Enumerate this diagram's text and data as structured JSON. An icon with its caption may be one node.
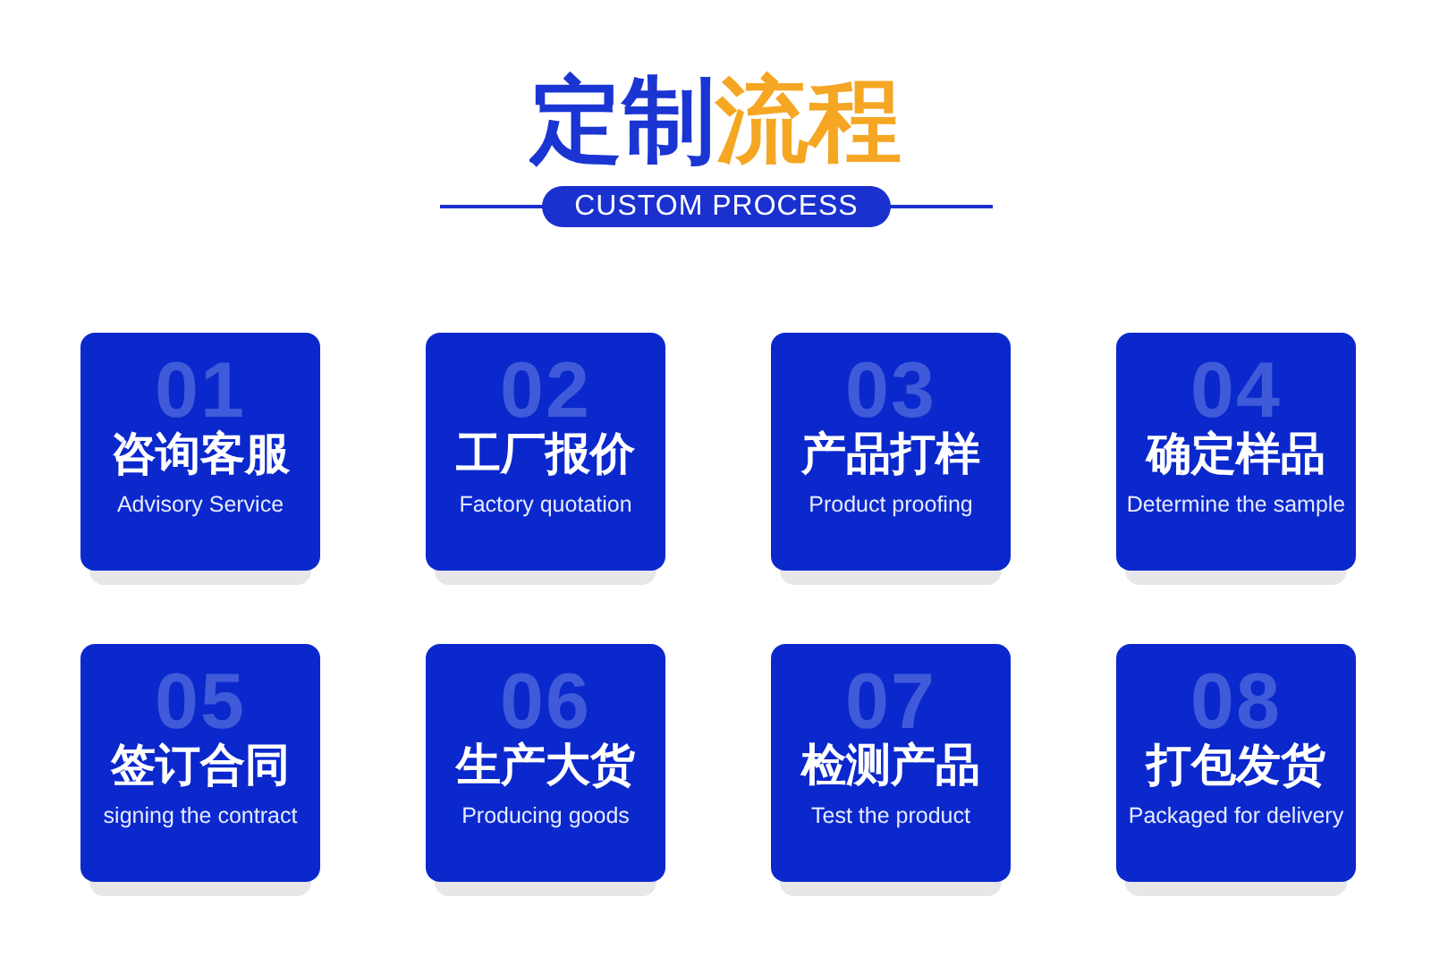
{
  "diagram": {
    "title": "定制流程",
    "nodes": [
      {
        "text": [
          "01",
          "咨询客服",
          "Advisory Service"
        ]
      },
      {
        "text": [
          "02",
          "工厂报价",
          "Factory quotation"
        ]
      },
      {
        "text": [
          "03",
          "产品打样",
          "Product proofing"
        ]
      },
      {
        "text": [
          "04",
          "确定样品",
          "Determine the sample"
        ]
      },
      {
        "text": [
          "05",
          "签订合同",
          "signing the contract"
        ]
      },
      {
        "text": [
          "06",
          "生产大货",
          "Producing goods"
        ]
      },
      {
        "text": [
          "07",
          "检测产品",
          "Test the product"
        ]
      },
      {
        "text": [
          "08",
          "打包发货",
          "Packaged for delivery"
        ]
      }
    ],
    "labels": [
      "CUSTOM PROCESS"
    ]
  }
}
